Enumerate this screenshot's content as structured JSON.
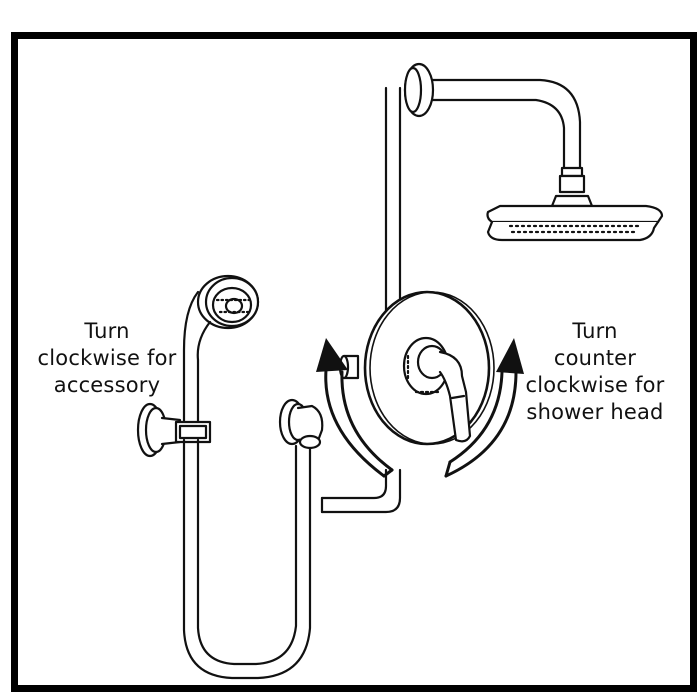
{
  "left_label": {
    "line1": "Turn",
    "line2": "clockwise for",
    "line3": "accessory"
  },
  "right_label": {
    "line1": "Turn",
    "line2": "counter",
    "line3": "clockwise for",
    "line4": "shower head"
  },
  "colors": {
    "stroke": "#111111",
    "background": "#ffffff",
    "border": "#000000"
  }
}
